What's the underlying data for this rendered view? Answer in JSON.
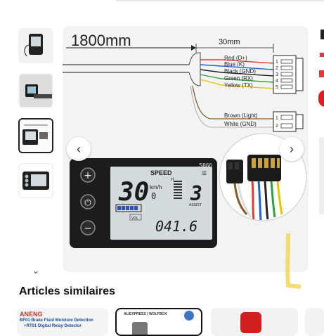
{
  "gallery": {
    "dimension_long": "1800mm",
    "dimension_short": "30mm",
    "wires_main": [
      {
        "label": "Red (D+)",
        "pin": "1",
        "color": "#e53935"
      },
      {
        "label": "Blue (K)",
        "pin": "2",
        "color": "#1e63d6"
      },
      {
        "label": "Black (GND)",
        "pin": "3",
        "color": "#222222"
      },
      {
        "label": "Green (RX)",
        "pin": "4",
        "color": "#2e9e3e"
      },
      {
        "label": "Yellow (TX)",
        "pin": "5",
        "color": "#e8c400"
      }
    ],
    "wires_secondary": [
      {
        "label": "Brown (Light)",
        "pin": "1",
        "color": "#8a5a2b"
      },
      {
        "label": "White (GND)",
        "pin": "2",
        "color": "#cccccc"
      }
    ],
    "display": {
      "model": "S866",
      "speed_label": "SPEED",
      "speed_value": "30",
      "speed_unit": "km/h",
      "speed_sub": "0",
      "assist_value": "3",
      "assist_label": "ASSIST",
      "vol_label": "VOL",
      "odo_value": "041.6",
      "h_label": "H"
    }
  },
  "section": {
    "title": "Articles similaires"
  },
  "cards": {
    "card1_brand": "ANENG",
    "card1_line1": "BF01 Brake Fluid Moisture Detection",
    "card1_line2": "+RT01 Digital Relay Detector",
    "card2_brand": "ALIEXPRESS | WOLFBOX"
  }
}
